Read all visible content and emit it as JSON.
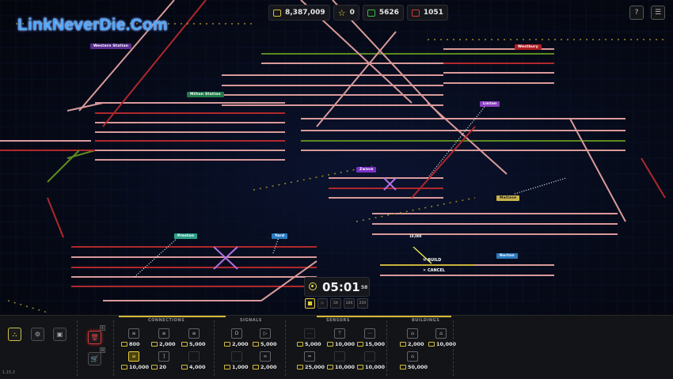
{
  "watermark": "LinkNeverDie.Com",
  "hud": {
    "money": "8,387,009",
    "stars": "0",
    "trains_ok": "5626",
    "trains_bad": "1051",
    "colors": {
      "money": "#d9c23a",
      "stars": "#e6d23e",
      "ok": "#3fb94a",
      "bad": "#d23a3a"
    }
  },
  "top_right": {
    "objectives_icon": "objectives-icon",
    "menu_icon": "menu-icon"
  },
  "stations": [
    {
      "name": "Western Station",
      "color": "#6a3aa0"
    },
    {
      "name": "Milton Station",
      "color": "#2e8b57"
    },
    {
      "name": "Westbury",
      "color": "#c0242a"
    },
    {
      "name": "Linton",
      "color": "#8a3fc0"
    },
    {
      "name": "Zwave",
      "color": "#7b2fc7"
    },
    {
      "name": "Maltese",
      "color": "#c8b24a"
    },
    {
      "name": "Norton",
      "color": "#2a7ac0"
    },
    {
      "name": "Preston",
      "color": "#2aa08a"
    },
    {
      "name": "Yard",
      "color": "#2a7ac0"
    }
  ],
  "map_labels": {
    "build_cost": "10,000",
    "build": "BUILD",
    "cancel": "CANCEL"
  },
  "clock": {
    "time": "05:01",
    "seconds": "58",
    "speeds": [
      "stop",
      "1x",
      "5X",
      "10X",
      "25X"
    ]
  },
  "toolbar": {
    "version": "1.15.2",
    "delete_key": "X",
    "shop_key": "N",
    "sections": [
      {
        "title": "Connections",
        "items": [
          {
            "price": "800"
          },
          {
            "price": "2,000"
          },
          {
            "price": "5,000"
          },
          {
            "price": "10,000",
            "selected": true
          },
          {
            "price": "20"
          },
          {
            "price": "4,000",
            "dim": true
          }
        ]
      },
      {
        "title": "Signals",
        "items": [
          {
            "price": "2,000"
          },
          {
            "price": "5,000"
          },
          {
            "price": "1,000",
            "dim": true
          },
          {
            "price": "2,000"
          }
        ]
      },
      {
        "title": "Sensors",
        "items": [
          {
            "price": "5,000",
            "dim": true
          },
          {
            "price": "10,000"
          },
          {
            "price": "15,000"
          },
          {
            "price": "25,000"
          },
          {
            "price": "10,000",
            "dim": true
          },
          {
            "price": "10,000",
            "dim": true
          }
        ]
      },
      {
        "title": "Buildings",
        "items": [
          {
            "price": "2,000"
          },
          {
            "price": "10,000"
          },
          {
            "price": "50,000"
          }
        ]
      }
    ]
  }
}
